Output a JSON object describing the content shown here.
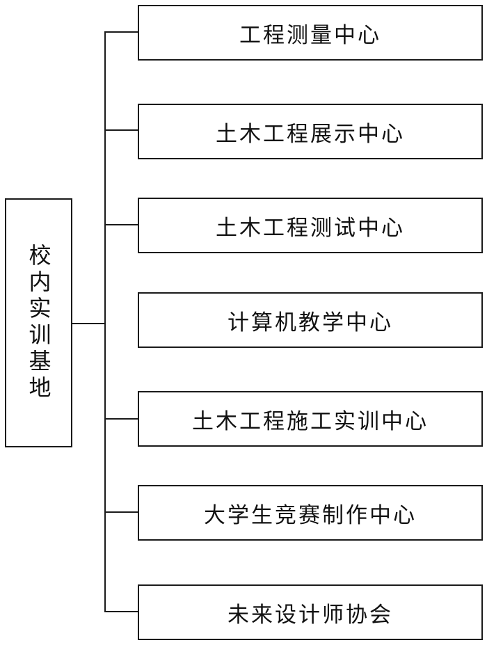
{
  "diagram": {
    "root": {
      "label": "校内实训基地"
    },
    "children": [
      {
        "label": "工程测量中心"
      },
      {
        "label": "土木工程展示中心"
      },
      {
        "label": "土木工程测试中心"
      },
      {
        "label": "计算机教学中心"
      },
      {
        "label": "土木工程施工实训中心"
      },
      {
        "label": "大学生竞赛制作中心"
      },
      {
        "label": "未来设计师协会"
      }
    ]
  }
}
